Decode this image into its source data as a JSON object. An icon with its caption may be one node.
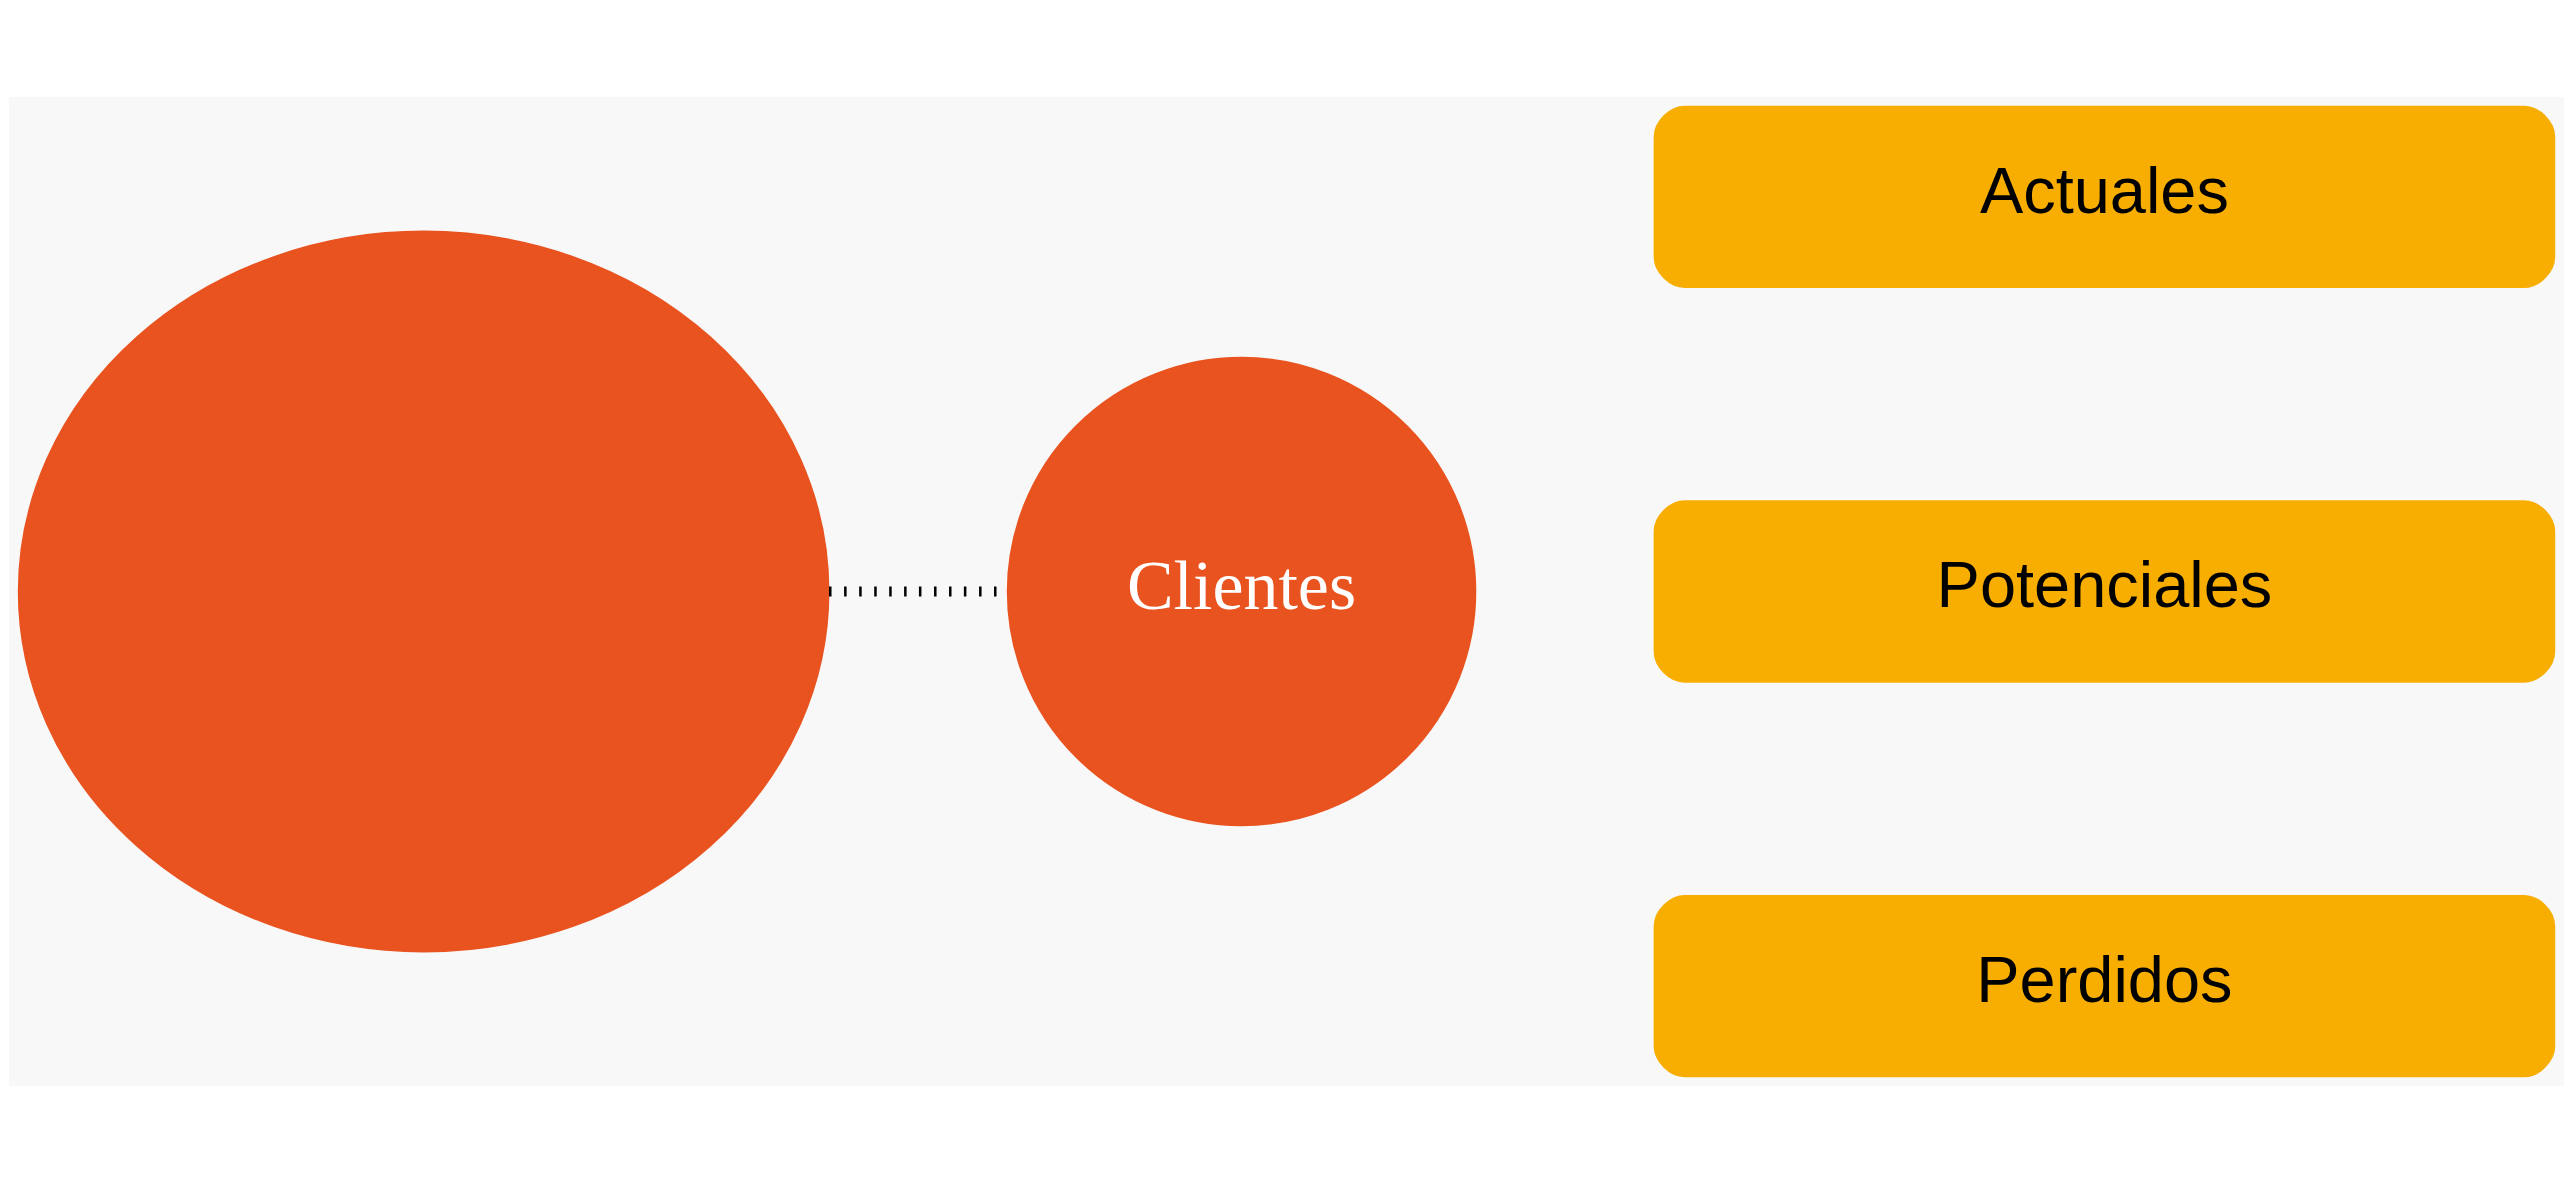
{
  "diagram": {
    "nodes": [
      {
        "text": [],
        "shape": "ellipse"
      },
      {
        "text": [
          "Clientes"
        ]
      },
      {
        "text": [
          "Actuales"
        ]
      },
      {
        "text": [
          "Potenciales"
        ]
      },
      {
        "text": [
          "Perdidos"
        ]
      }
    ],
    "edges": [
      {
        "from": 0,
        "to": 1,
        "arrow": "none",
        "style": "dashed"
      }
    ]
  }
}
